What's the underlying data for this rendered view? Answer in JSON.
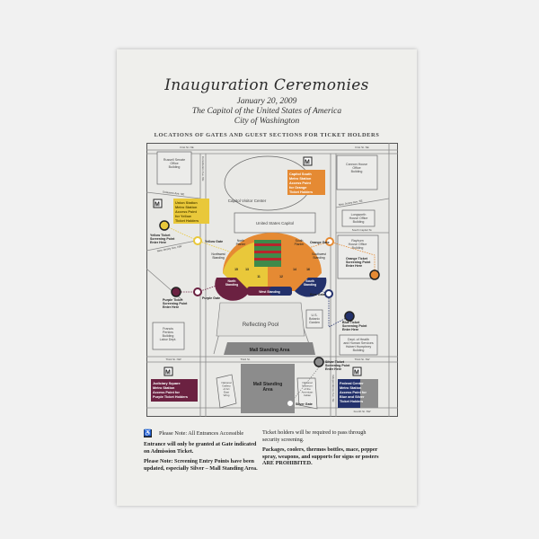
{
  "header": {
    "title": "Inauguration Ceremonies",
    "date": "January 20, 2009",
    "venue": "The Capitol of the United States of America",
    "city": "City of Washington",
    "section_title": "LOCATIONS OF GATES AND GUEST SECTIONS FOR TICKET HOLDERS"
  },
  "colors": {
    "yellow": "#e9c83a",
    "orange": "#e58a33",
    "purple": "#6b2141",
    "blue": "#23316b",
    "silver": "#8d8d8d",
    "red": "#b8252c",
    "green": "#3f8a4a",
    "paper": "#efefec"
  },
  "map": {
    "streets": {
      "first_ne": "First St. NE",
      "first_se": "First St. SE",
      "delaware": "Delaware Ave. NE",
      "constitution": "Constitution Ave. NE",
      "new_jersey_nw": "New Jersey Ave. NW",
      "new_jersey_se": "New Jersey Ave. SE",
      "independence": "Independence Ave. SE",
      "south_capitol": "South Capitol St.",
      "third_nw": "Third St. NW",
      "third_sw": "Third St. SW",
      "fourth_sw": "Fourth St. SW",
      "third_st": "Third St."
    },
    "buildings": {
      "russell": [
        "Russell Senate",
        "Office",
        "Building"
      ],
      "cannon": [
        "Cannon House",
        "Office",
        "Building"
      ],
      "longworth": [
        "Longworth",
        "House Office",
        "Building"
      ],
      "rayburn": [
        "Rayburn",
        "House Office",
        "Building"
      ],
      "visitor_center": "Capitol Visitor Center",
      "capitol": "United States Capitol",
      "perkins": [
        "Francis",
        "Perkins",
        "Building",
        "Labor Dept."
      ],
      "botanic": [
        "U.S.",
        "Botanic",
        "Garden"
      ],
      "hhs": [
        "Dept. of Health",
        "and Human Services",
        "Hubert Humphrey",
        "Building"
      ],
      "gallery": [
        "National",
        "Gallery",
        "of Art",
        "East",
        "Wing"
      ],
      "indian": [
        "National",
        "Museum",
        "of the",
        "American",
        "Indian"
      ]
    },
    "areas": {
      "reflecting_pool": "Reflecting Pool",
      "mall_band": "Mall Standing Area",
      "mall_box": [
        "Mall Standing",
        "Area"
      ],
      "north_planter": [
        "North",
        "Planter"
      ],
      "south_planter": [
        "South",
        "Planter"
      ],
      "nw_standing": [
        "Northwest",
        "Standing"
      ],
      "sw_standing": [
        "Southwest",
        "Standing"
      ],
      "north_standing": [
        "North",
        "Standing"
      ],
      "south_standing": [
        "South",
        "Standing"
      ],
      "west_standing": "West Standing",
      "sections": [
        "15",
        "13",
        "11",
        "12",
        "14",
        "16"
      ]
    },
    "gates": {
      "yellow": "Yellow Gate",
      "orange": "Orange Gate",
      "purple": "Purple Gate",
      "blue": "Blue Gate",
      "silver": "Silver Gate"
    },
    "screening": {
      "yellow": [
        "Yellow Ticket",
        "Screening Point",
        "Enter Here"
      ],
      "orange": [
        "Orange Ticket",
        "Screening Point",
        "Enter Here"
      ],
      "purple": [
        "Purple Ticket",
        "Screening Point",
        "Enter Here"
      ],
      "blue": [
        "Blue Ticket",
        "Screening Point",
        "Enter Here"
      ],
      "silver": [
        "Silver Ticket",
        "Screening Point",
        "Enter Here"
      ]
    },
    "metro": {
      "metro_icon": "M",
      "yellow": [
        "Union Station",
        "Metro Station",
        "Access Point",
        "for Yellow",
        "Ticket Holders"
      ],
      "orange": [
        "Capitol South",
        "Metro Station",
        "Access Point",
        "for Orange",
        "Ticket Holders"
      ],
      "purple": [
        "Judiciary Square",
        "Metro Station",
        "Access Point for",
        "Purple Ticket Holders"
      ],
      "blue": [
        "Federal Center",
        "Metro Station",
        "Access Point for",
        "Blue and Silver",
        "Ticket Holders"
      ]
    }
  },
  "notes": {
    "accessible": "Please Note: All Entrances Accessible",
    "gate_entry": "Entrance will only be granted at Gate indicated on Admission Ticket.",
    "screening_update": "Please Note: Screening Entry Points have been updated, especially Silver – Mall Standing Area.",
    "security": "Ticket holders will be required to pass through security screening.",
    "prohibited": "Packages, coolers, thermos bottles, mace, pepper spray, weapons, and supports for signs or posters ARE PROHIBITED."
  }
}
